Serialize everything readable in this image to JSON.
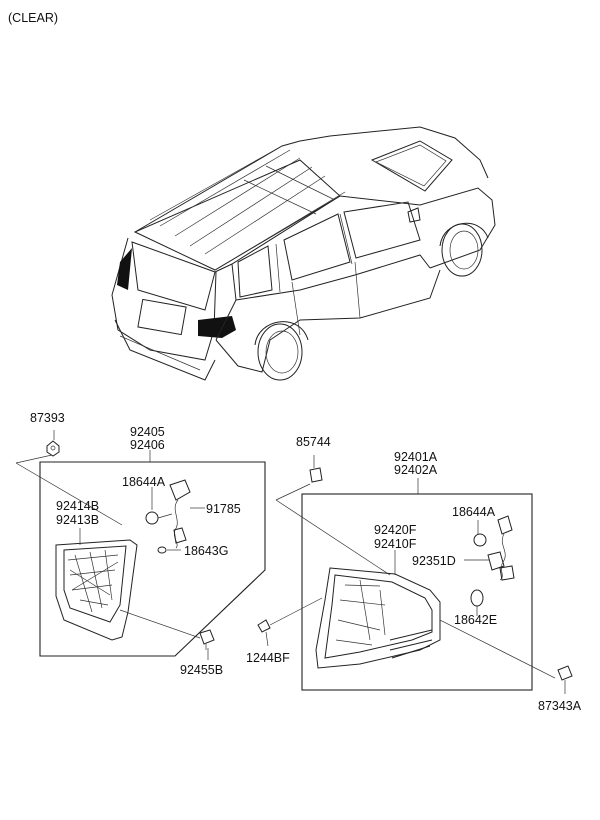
{
  "caption": "(CLEAR)",
  "labels": {
    "p87393": "87393",
    "p92405": "92405",
    "p92406": "92406",
    "p18644A_l": "18644A",
    "p91785": "91785",
    "p92414B": "92414B",
    "p92413B": "92413B",
    "p18643G": "18643G",
    "p92455B": "92455B",
    "p85744": "85744",
    "p92401A": "92401A",
    "p92402A": "92402A",
    "p18644A_r": "18644A",
    "p92420F": "92420F",
    "p92410F": "92410F",
    "p92351D": "92351D",
    "p18642E": "18642E",
    "p1244BF": "1244BF",
    "p87343A": "87343A"
  },
  "colors": {
    "line": "#222222",
    "lamp_dark": "#111111",
    "background": "#ffffff"
  }
}
